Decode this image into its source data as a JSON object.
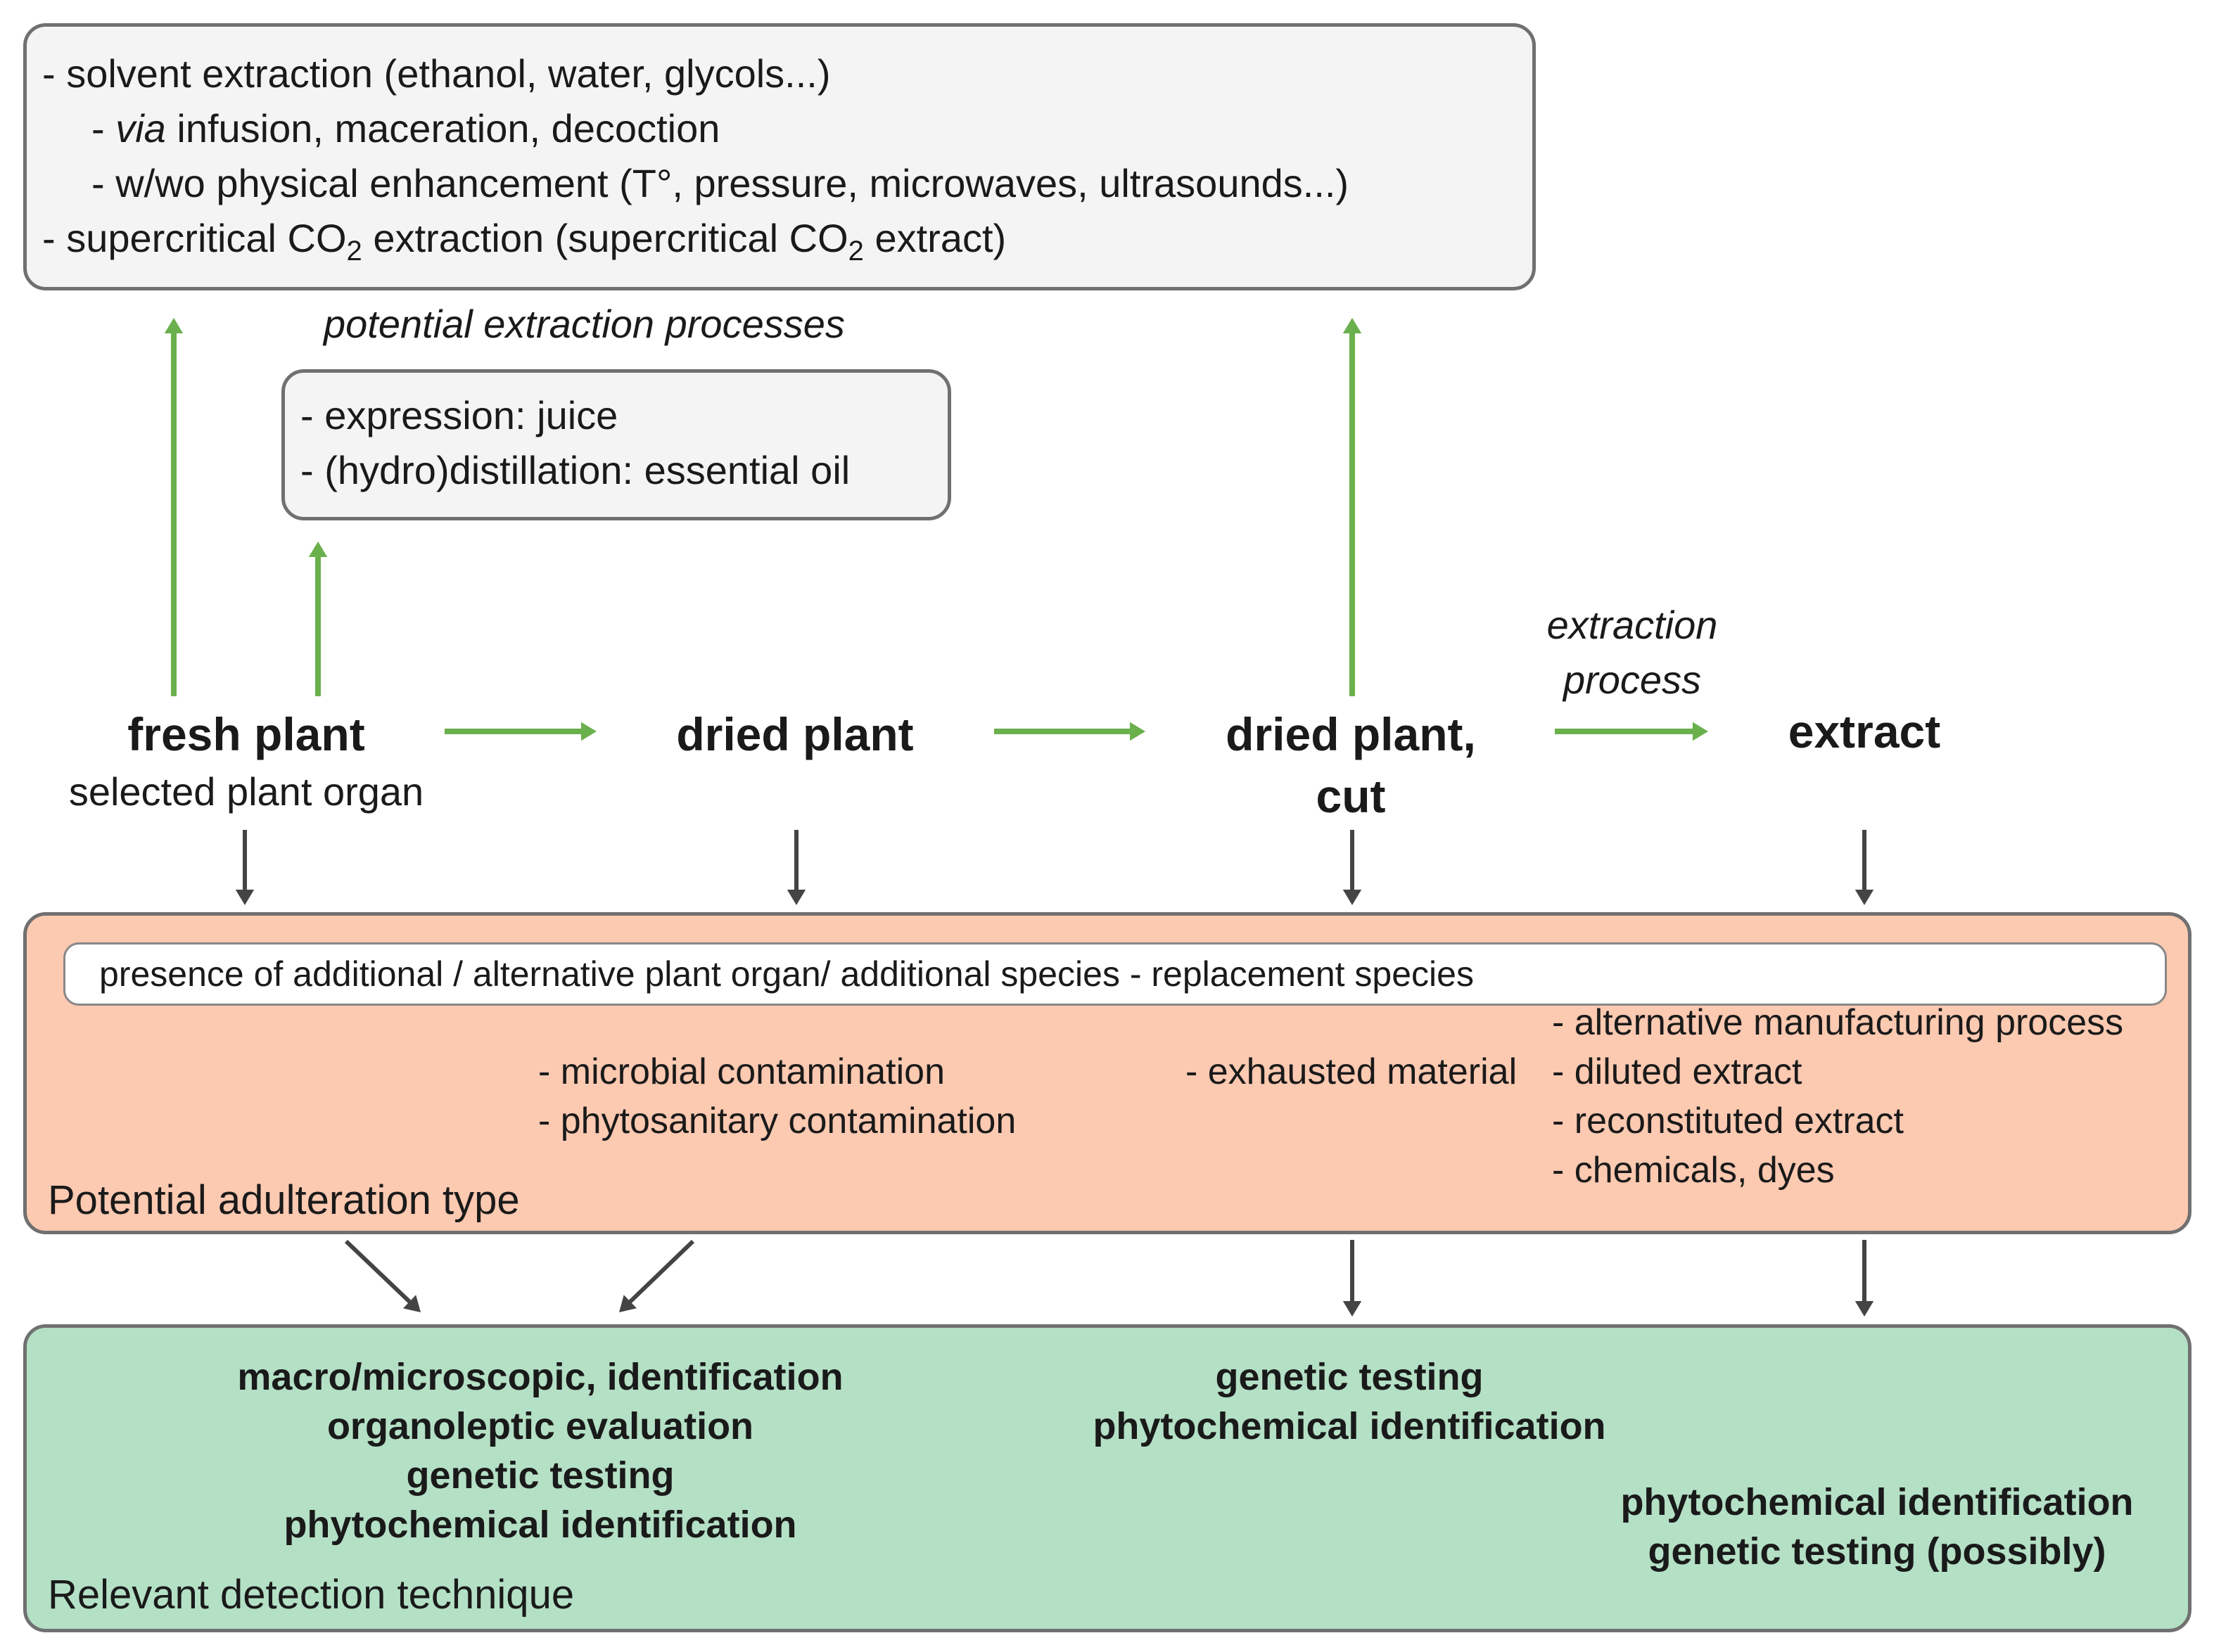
{
  "colors": {
    "flow_arrow": "#6ab04c",
    "down_arrow": "#444444",
    "box_border": "#707070",
    "light_box_fill": "#f4f4f4",
    "adulteration_fill": "#fcc9b1",
    "detection_fill": "#b4e0c6"
  },
  "extraction_box": {
    "line1": "- solvent extraction (ethanol, water, glycols...)",
    "line2_italic": "via",
    "line2_rest": " infusion, maceration, decoction",
    "line2_prefix": "- ",
    "line3": "- w/wo physical enhancement (T°, pressure, microwaves, ultrasounds...)",
    "line4_a": "- supercritical CO",
    "line4_sub1": "2",
    "line4_b": " extraction (supercritical CO",
    "line4_sub2": "2",
    "line4_c": " extract)"
  },
  "potential_label": "potential extraction processes",
  "expression_box": {
    "line1": "- expression: juice",
    "line2": "- (hydro)distillation: essential oil"
  },
  "extraction_process_label": {
    "line1": "extraction",
    "line2": "process"
  },
  "stages": {
    "fresh": {
      "title": "fresh plant",
      "subtitle": "selected plant organ"
    },
    "dried": {
      "title": "dried plant"
    },
    "cut": {
      "line1": "dried plant,",
      "line2": "cut"
    },
    "extract": {
      "title": "extract"
    }
  },
  "adulteration": {
    "banner": "presence of additional / alternative plant organ/ additional species - replacement species",
    "microbial": [
      "- microbial contamination",
      "- phytosanitary contamination"
    ],
    "exhausted": "- exhausted material",
    "extract_types": [
      "- alternative manufacturing process",
      "- diluted extract",
      "- reconstituted extract",
      "- chemicals, dyes"
    ],
    "label": "Potential adulteration type"
  },
  "detection": {
    "left": [
      "macro/microscopic, identification",
      "organoleptic evaluation",
      "genetic testing",
      "phytochemical identification"
    ],
    "middle": [
      "genetic testing",
      "phytochemical identification"
    ],
    "right": [
      "phytochemical identification",
      "genetic testing (possibly)"
    ],
    "label": "Relevant detection technique"
  }
}
